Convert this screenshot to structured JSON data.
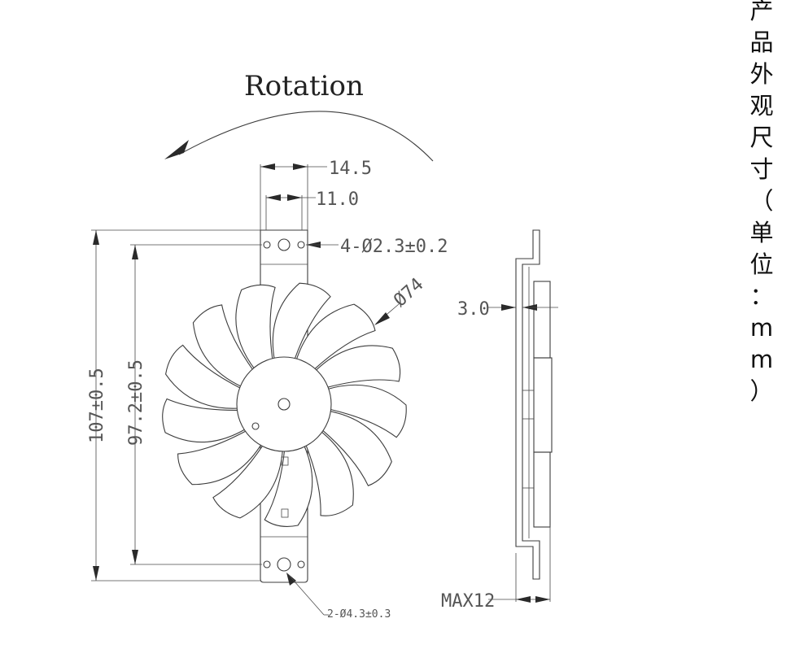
{
  "title": "Rotation",
  "note_label": "产品外观尺寸（单位：mm）",
  "note_chars": [
    "产",
    "品",
    "外",
    "观",
    "尺",
    "寸",
    "（",
    "单",
    "位",
    "：",
    "m",
    "m",
    "）"
  ],
  "dimensions": {
    "top_width": "14.5",
    "inner_width": "11.0",
    "small_holes": "4-Ø2.3±0.2",
    "fan_diameter": "Ø74",
    "overall_height": "107±0.5",
    "hole_spacing": "97.2±0.5",
    "large_holes": "2-Ø4.3±0.3",
    "thickness": "3.0",
    "max_height": "MAX12"
  },
  "fan": {
    "blade_count": 13
  }
}
